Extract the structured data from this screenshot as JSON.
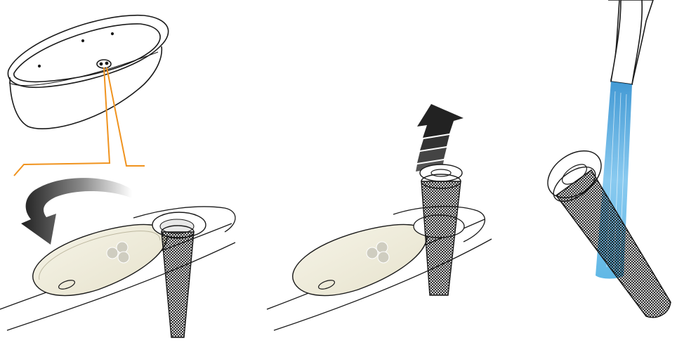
{
  "figure": {
    "panels": [
      {
        "id": "step-1",
        "icons": [
          "bathtub-icon",
          "callout-lines",
          "rotate-arrow-icon",
          "control-plate-icon",
          "drain-filter-icon"
        ]
      },
      {
        "id": "step-2",
        "icons": [
          "control-plate-icon",
          "lift-up-arrow-icon",
          "drain-filter-icon"
        ]
      },
      {
        "id": "step-3",
        "icons": [
          "faucet-icon",
          "water-stream-icon",
          "drain-filter-icon"
        ]
      }
    ]
  },
  "colors": {
    "stroke": "#1a1a1a",
    "callout": "#f0931e",
    "plate_fill": "#f1efdf",
    "water": "#4fb0e3",
    "arrow_dark": "#222222"
  }
}
